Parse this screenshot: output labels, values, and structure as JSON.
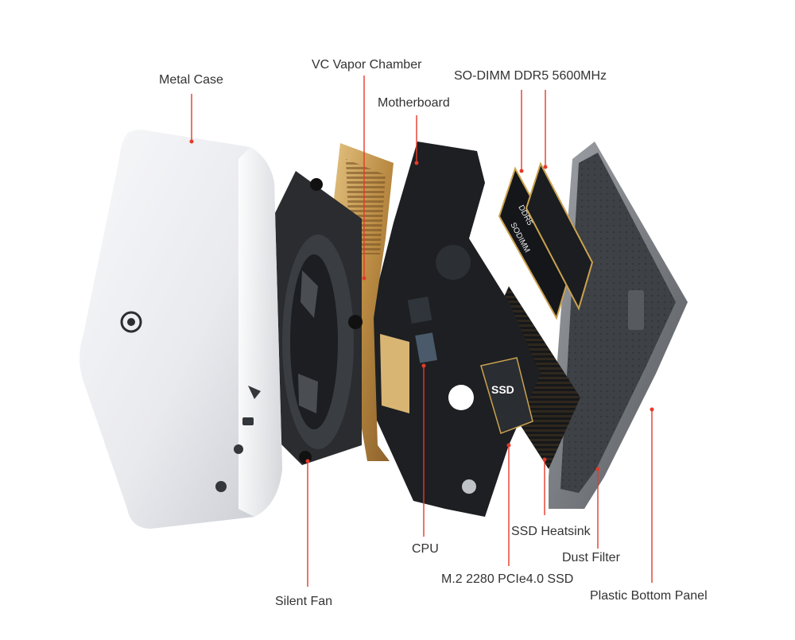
{
  "colors": {
    "leader": "#e53a2a",
    "label_text": "#333333",
    "case_light": "#f2f3f5",
    "case_shadow": "#c9ccd1",
    "gold": "#c9a25b",
    "pcb": "#1d1f22",
    "panel": "#6f7378"
  },
  "labels": {
    "metal_case": "Metal Case",
    "vc_vapor_chamber": "VC Vapor Chamber",
    "motherboard": "Motherboard",
    "so_dimm": "SO-DIMM DDR5 5600MHz",
    "cpu": "CPU",
    "silent_fan": "Silent Fan",
    "ssd_heatsink": "SSD Heatsink",
    "dust_filter": "Dust Filter",
    "m2_ssd": "M.2 2280 PCIe4.0 SSD",
    "plastic_bottom_panel": "Plastic Bottom Panel"
  },
  "ram_stick_text": [
    "DDR5",
    "SODIMM"
  ],
  "ssd_sticker_text": "SSD"
}
